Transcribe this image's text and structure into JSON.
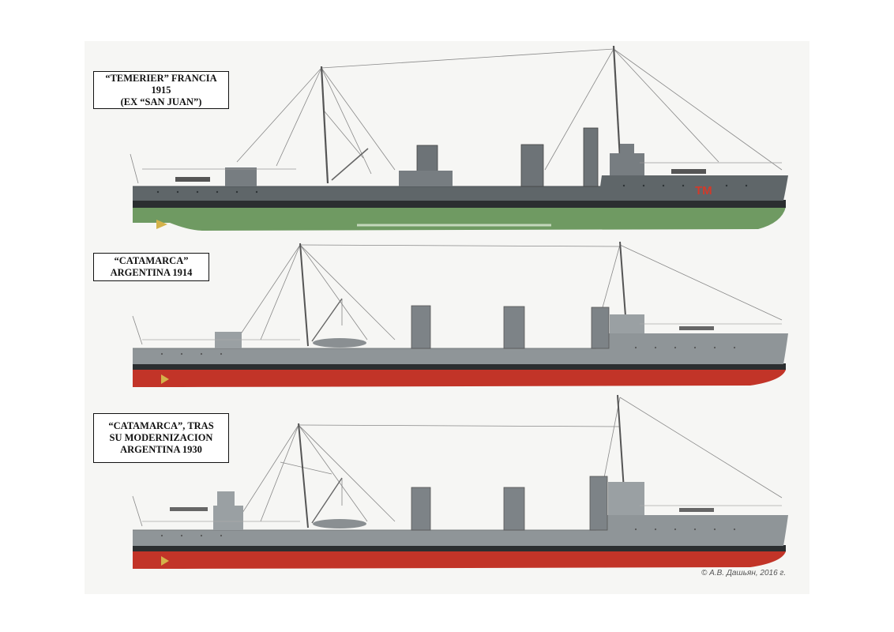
{
  "panels": [
    {
      "lines": [
        "“TEMERIER” FRANCIA",
        "1915",
        "(EX “SAN JUAN”)"
      ],
      "hull_marking": "TM",
      "colors": {
        "hull": "#5f6669",
        "boot": "#2b2e30",
        "underwater": "#6f9a62",
        "marking": "#d23a2a"
      }
    },
    {
      "lines": [
        "“CATAMARCA”",
        "ARGENTINA 1914"
      ],
      "colors": {
        "hull": "#8f9598",
        "boot": "#2b2e30",
        "underwater": "#c23428"
      }
    },
    {
      "lines": [
        "“CATAMARCA”, TRAS",
        "SU MODERNIZACION",
        "ARGENTINA 1930"
      ],
      "colors": {
        "hull": "#8f9598",
        "boot": "#2b2e30",
        "underwater": "#c23428"
      }
    }
  ],
  "credit": "© А.В. Дашьян, 2016 г."
}
